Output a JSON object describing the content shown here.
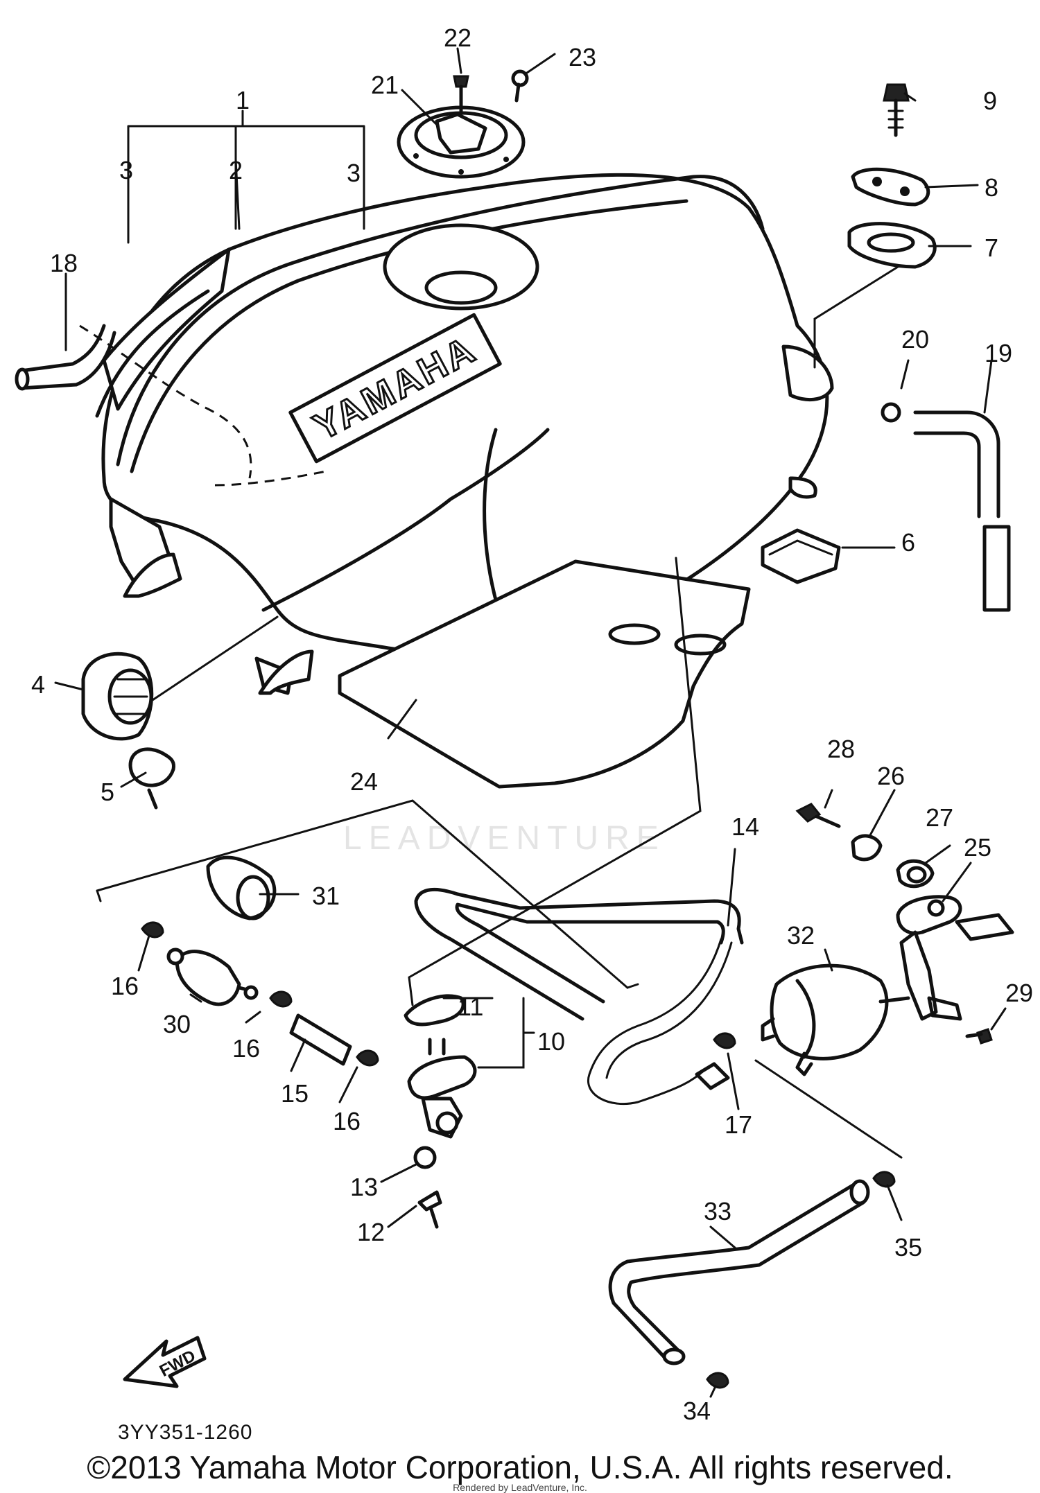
{
  "diagram": {
    "part_numbers": [
      "1",
      "2",
      "3",
      "3",
      "4",
      "5",
      "6",
      "7",
      "8",
      "9",
      "10",
      "11",
      "12",
      "13",
      "14",
      "15",
      "16",
      "16",
      "16",
      "17",
      "18",
      "19",
      "20",
      "21",
      "22",
      "23",
      "24",
      "25",
      "26",
      "27",
      "28",
      "29",
      "30",
      "31",
      "32",
      "33",
      "34",
      "35"
    ],
    "tank_emblem": "YAMAHA",
    "forward_arrow": "FWD",
    "watermark": "LEADVENTURE",
    "diagram_code": "3YY351-1260",
    "copyright": "©2013 Yamaha Motor Corporation, U.S.A. All rights reserved.",
    "rendered_by": "Rendered by LeadVenture, Inc."
  }
}
